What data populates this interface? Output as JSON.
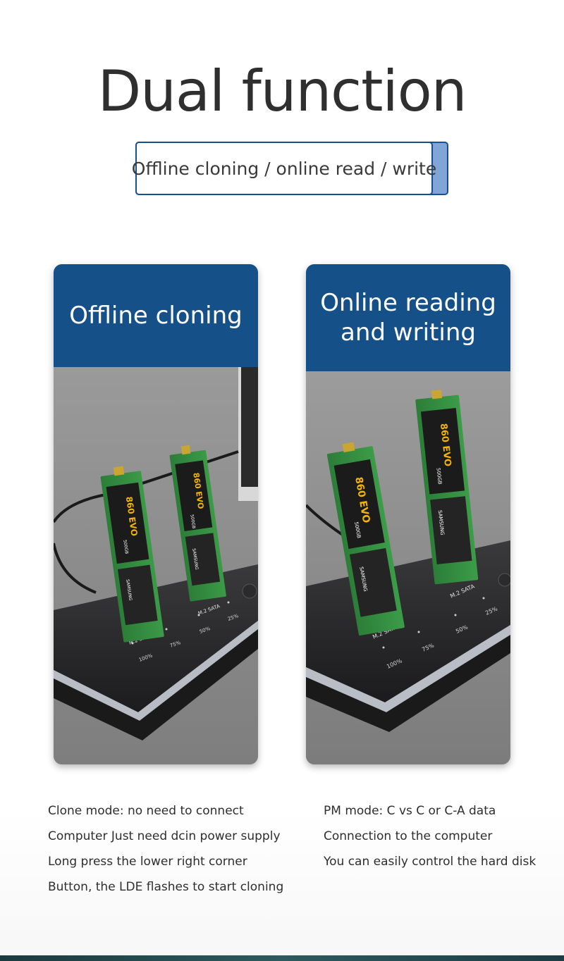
{
  "page": {
    "title": "Dual function",
    "subtitle": "Offline cloning / online read / write"
  },
  "cards": {
    "left": {
      "heading": "Offline cloning",
      "ssd_labels": {
        "model": "860 EVO",
        "capacity": "500GB",
        "brand": "SAMSUNG"
      },
      "slot_label": "M.2 SATA",
      "indicators": [
        "100%",
        "75%",
        "50%",
        "25%"
      ]
    },
    "right": {
      "heading_line1": "Online reading",
      "heading_line2": "and writing",
      "ssd_labels": {
        "model": "860 EVO",
        "capacity": "500GB",
        "brand": "SAMSUNG"
      },
      "slot_label": "M.2 SATA",
      "indicators": [
        "100%",
        "75%",
        "50%",
        "25%"
      ]
    }
  },
  "descriptions": {
    "left": [
      "Clone mode: no need to connect",
      "Computer Just need dcin power supply",
      "Long press the lower right corner",
      "Button, the LDE flashes to start cloning"
    ],
    "right": [
      "PM mode: C vs C or C-A data",
      "Connection to the computer",
      "You can easily control the hard disk"
    ]
  },
  "colors": {
    "accent_blue": "#155089",
    "light_blue": "#82a5d8",
    "title_text": "#2f2f2f",
    "ssd_green": "#2f8a3c"
  }
}
